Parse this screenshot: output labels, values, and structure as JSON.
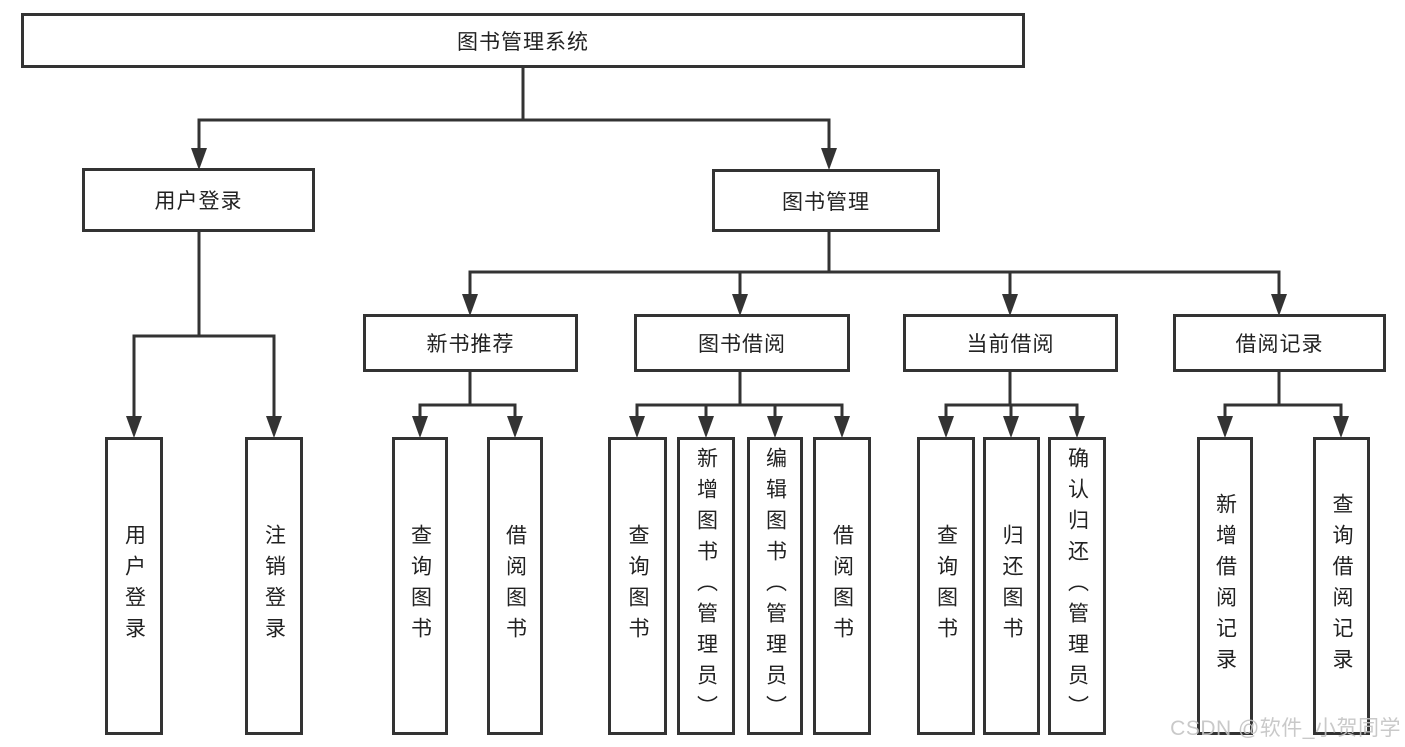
{
  "tree": {
    "label": "图书管理系统",
    "children": [
      {
        "label": "用户登录",
        "children": [
          {
            "label": "用户登录"
          },
          {
            "label": "注销登录"
          }
        ]
      },
      {
        "label": "图书管理",
        "children": [
          {
            "label": "新书推荐",
            "children": [
              {
                "label": "查询图书"
              },
              {
                "label": "借阅图书"
              }
            ]
          },
          {
            "label": "图书借阅",
            "children": [
              {
                "label": "查询图书"
              },
              {
                "label": "新增图书（管理员）"
              },
              {
                "label": "编辑图书（管理员）"
              },
              {
                "label": "借阅图书"
              }
            ]
          },
          {
            "label": "当前借阅",
            "children": [
              {
                "label": "查询图书"
              },
              {
                "label": "归还图书"
              },
              {
                "label": "确认归还（管理员）"
              }
            ]
          },
          {
            "label": "借阅记录",
            "children": [
              {
                "label": "新增借阅记录"
              },
              {
                "label": "查询借阅记录"
              }
            ]
          }
        ]
      }
    ]
  },
  "watermark": {
    "text": "CSDN @软件_小贺同学"
  },
  "colors": {
    "line": "#333333",
    "box_border": "#333333",
    "text": "#222222",
    "watermark": "#c4c4c4",
    "background": "#ffffff"
  }
}
